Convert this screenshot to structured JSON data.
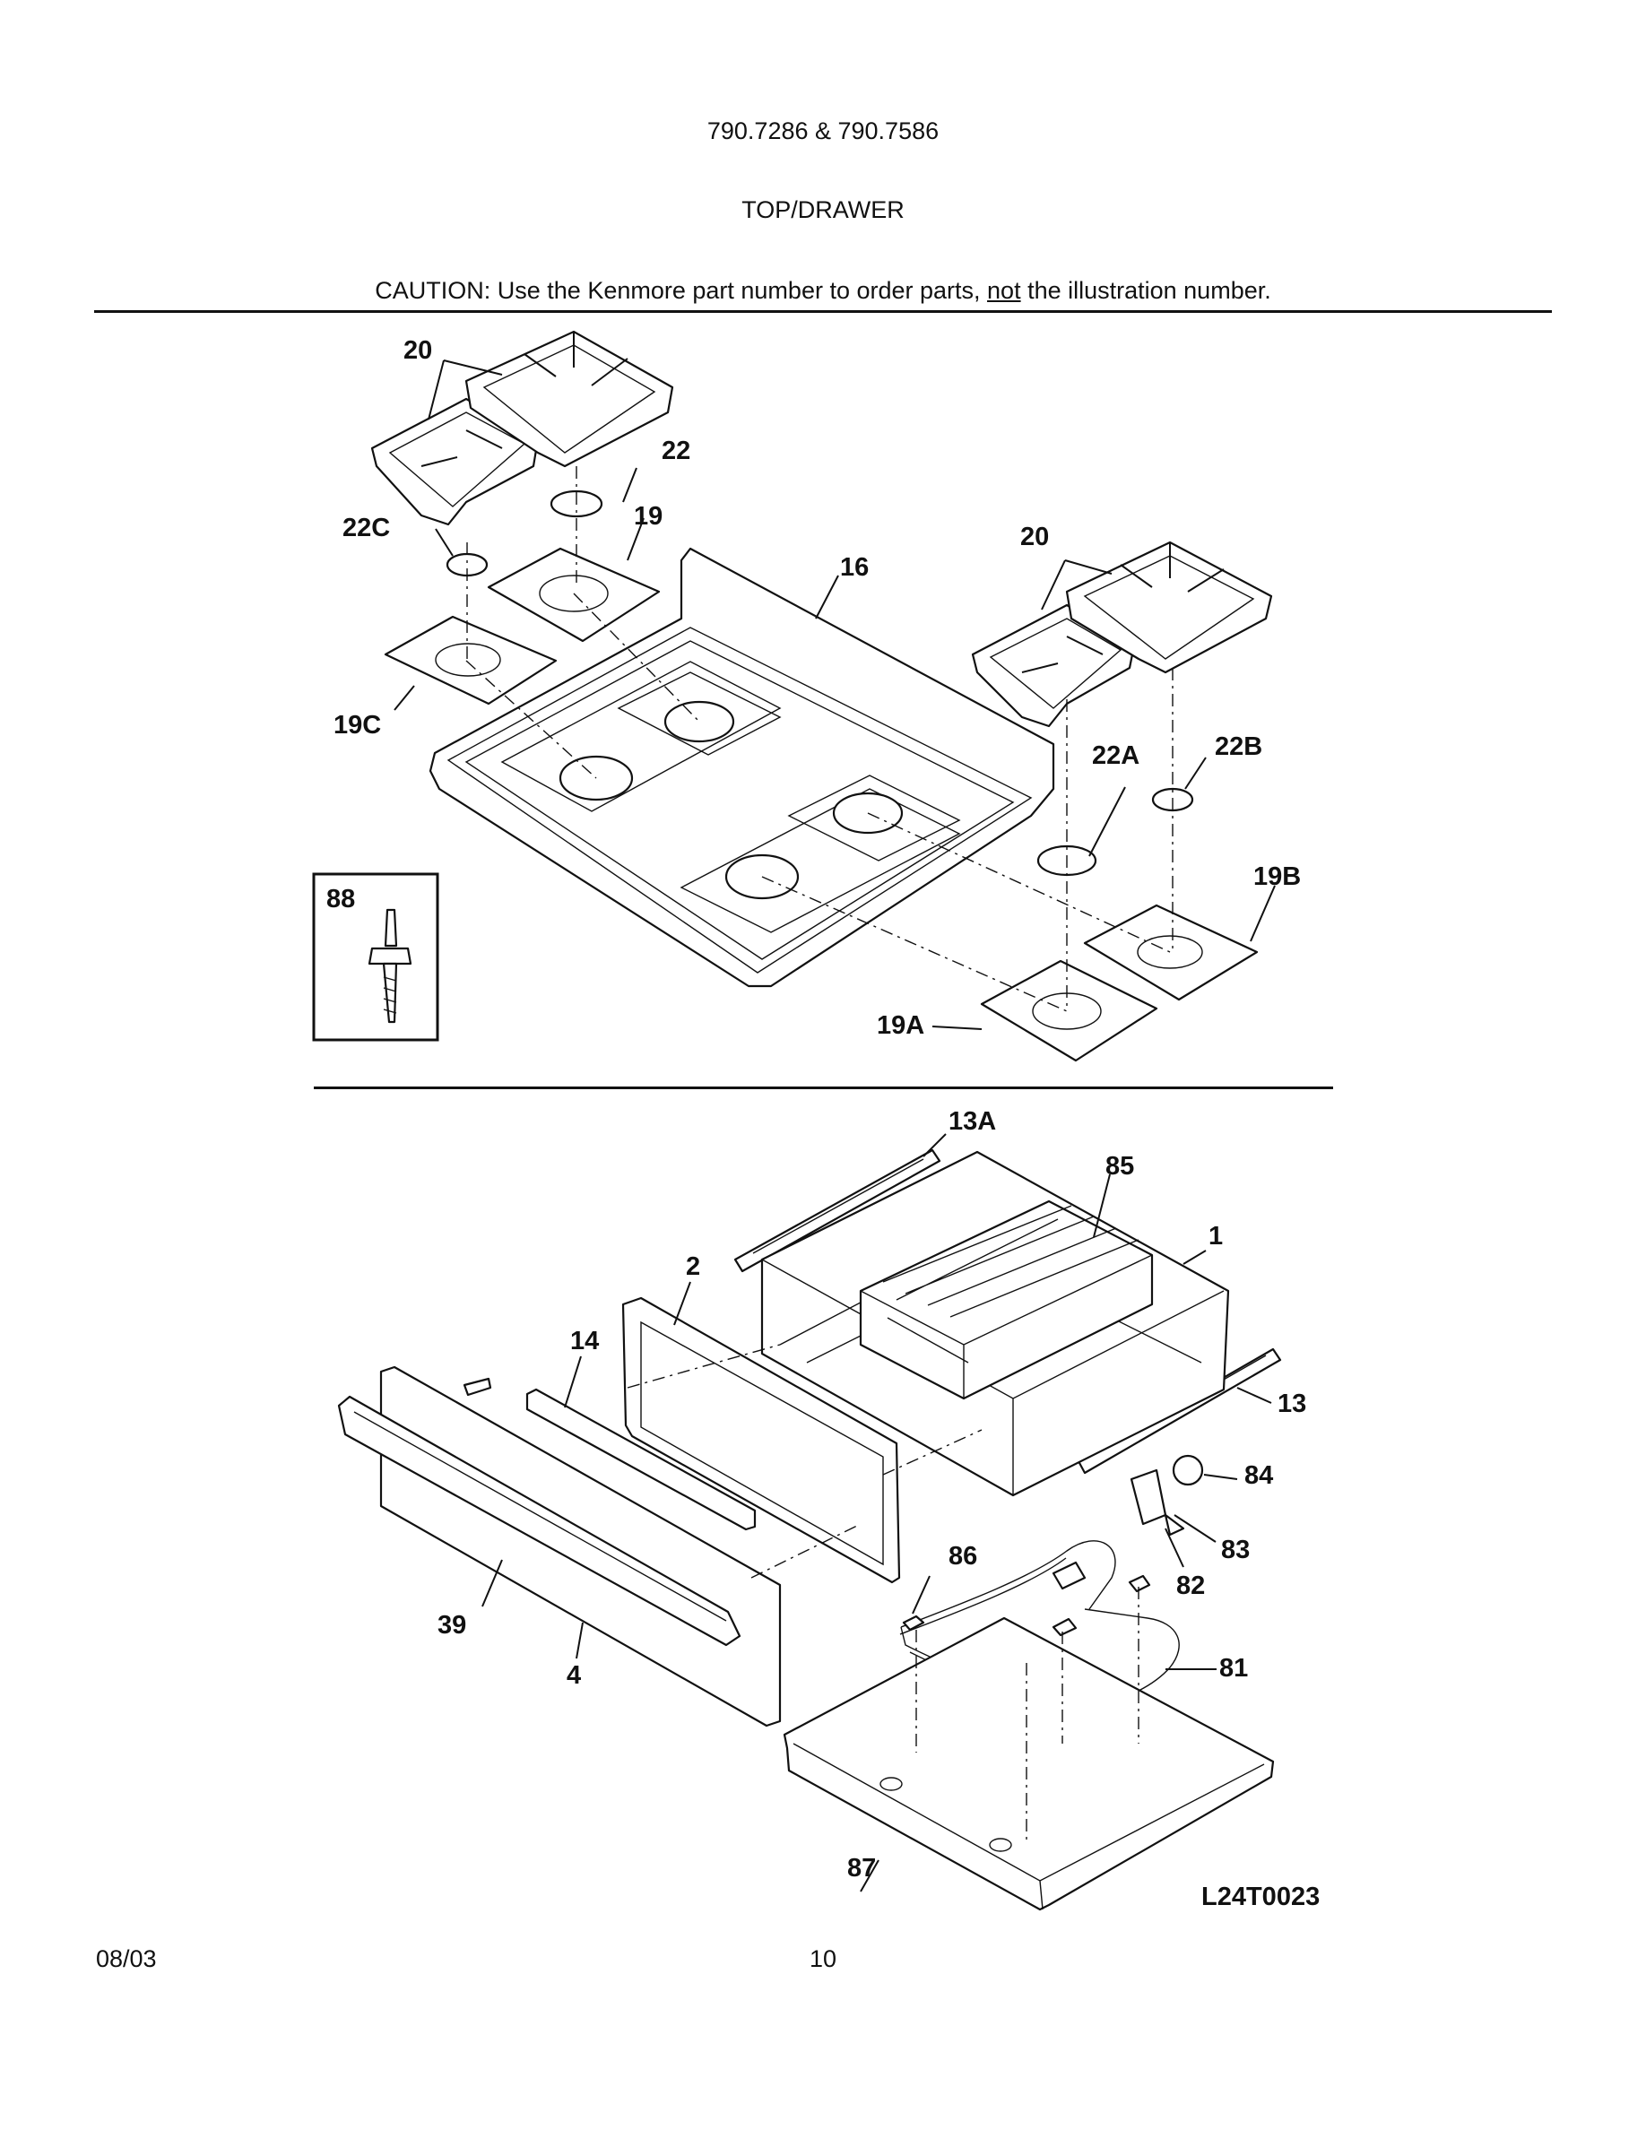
{
  "header": {
    "model": "790.7286 & 790.7586",
    "section": "TOP/DRAWER",
    "caution_before": "CAUTION: Use the Kenmore part number to order parts, ",
    "caution_emphasis": "not",
    "caution_after": " the illustration number."
  },
  "labels": {
    "l20a": "20",
    "l22": "22",
    "l22c": "22C",
    "l19": "19",
    "l16": "16",
    "l20b": "20",
    "l19c": "19C",
    "l22a": "22A",
    "l22b": "22B",
    "l88": "88",
    "l19b": "19B",
    "l19a": "19A",
    "l13a": "13A",
    "l85": "85",
    "l1": "1",
    "l2": "2",
    "l14": "14",
    "l13": "13",
    "l84": "84",
    "l83": "83",
    "l82": "82",
    "l86": "86",
    "l39": "39",
    "l81": "81",
    "l4": "4",
    "l87": "87"
  },
  "drawing_id": "L24T0023",
  "footer": {
    "date": "08/03",
    "page": "10"
  }
}
